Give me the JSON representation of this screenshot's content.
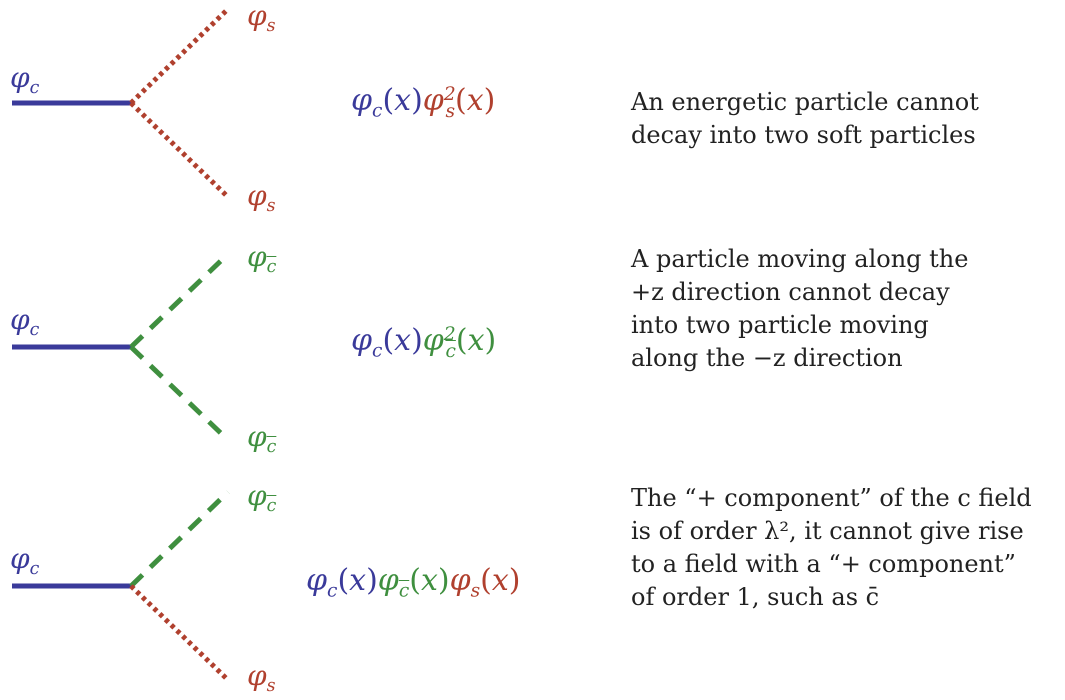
{
  "colors": {
    "collinear": "#3a3a9a",
    "soft": "#b0402e",
    "anticollinear": "#3f8f3f"
  },
  "rows": [
    {
      "incoming_label": "φ_c",
      "upper_label": "φ_s",
      "lower_label": "φ_s",
      "upper_style": "dotted",
      "lower_style": "dotted",
      "expression": "φ_c(x)φ_s^2(x)",
      "description": [
        "An energetic particle cannot",
        "decay into two soft particles"
      ]
    },
    {
      "incoming_label": "φ_c",
      "upper_label": "φ_c̄",
      "lower_label": "φ_c̄",
      "upper_style": "dashed",
      "lower_style": "dashed",
      "expression": "φ_c(x)φ_c̄^2(x)",
      "description": [
        "A particle moving along the",
        "+z direction cannot decay",
        "into two particle moving",
        "along the −z direction"
      ]
    },
    {
      "incoming_label": "φ_c",
      "upper_label": "φ_c̄",
      "lower_label": "φ_s",
      "upper_style": "dashed",
      "lower_style": "dotted",
      "expression": "φ_c(x)φ_c̄(x)φ_s(x)",
      "description": [
        "The “+ component” of the c field",
        "is of order λ², it cannot give rise",
        "to a field with a “+ component”",
        "of order 1, such as c̄"
      ]
    }
  ]
}
